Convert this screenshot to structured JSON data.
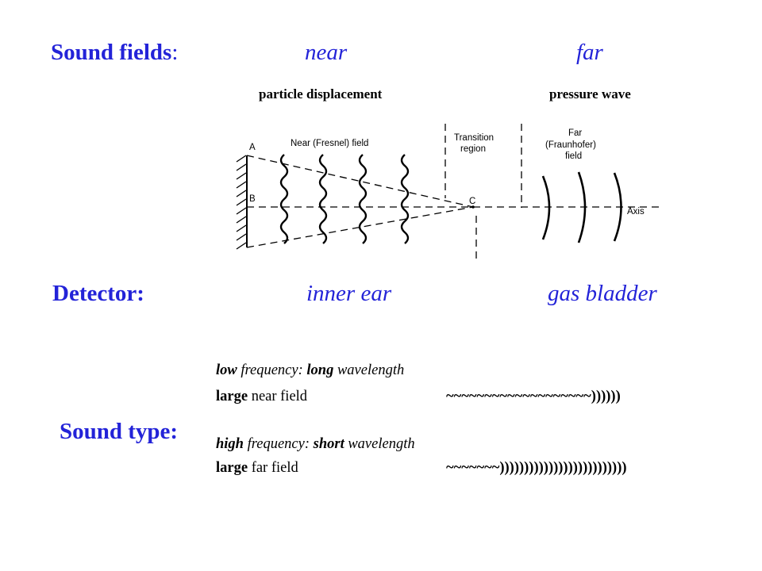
{
  "header": {
    "label": "Sound fields",
    "colon": ":",
    "near": "near",
    "far": "far"
  },
  "subheads": {
    "near": "particle displacement",
    "far": "pressure wave"
  },
  "figure": {
    "label_a": "A",
    "label_b": "B",
    "label_c": "C",
    "near_title": "Near  (Fresnel)  field",
    "transition_l1": "Transition",
    "transition_l2": "region",
    "far_l1": "Far",
    "far_l2": "(Fraunhofer)",
    "far_l3": "field",
    "axis": "Axis"
  },
  "detector": {
    "label": "Detector:",
    "near": "inner ear",
    "far": "gas bladder"
  },
  "sound_type": {
    "label": "Sound type:",
    "low": {
      "w1": "low",
      "t1": " frequency: ",
      "w2": "long",
      "t2": " wavelength",
      "w3": "large",
      "t3": " near field",
      "symbol": "~~~~~~~~~~~~~~~~~~~))))))"
    },
    "high": {
      "w1": "high",
      "t1": " frequency: ",
      "w2": "short",
      "t2": " wavelength",
      "w3": "large",
      "t3": " far field",
      "symbol": "~~~~~~~))))))))))))))))))))))))))"
    }
  },
  "colors": {
    "heading": "#2323d8",
    "text": "#000000"
  }
}
